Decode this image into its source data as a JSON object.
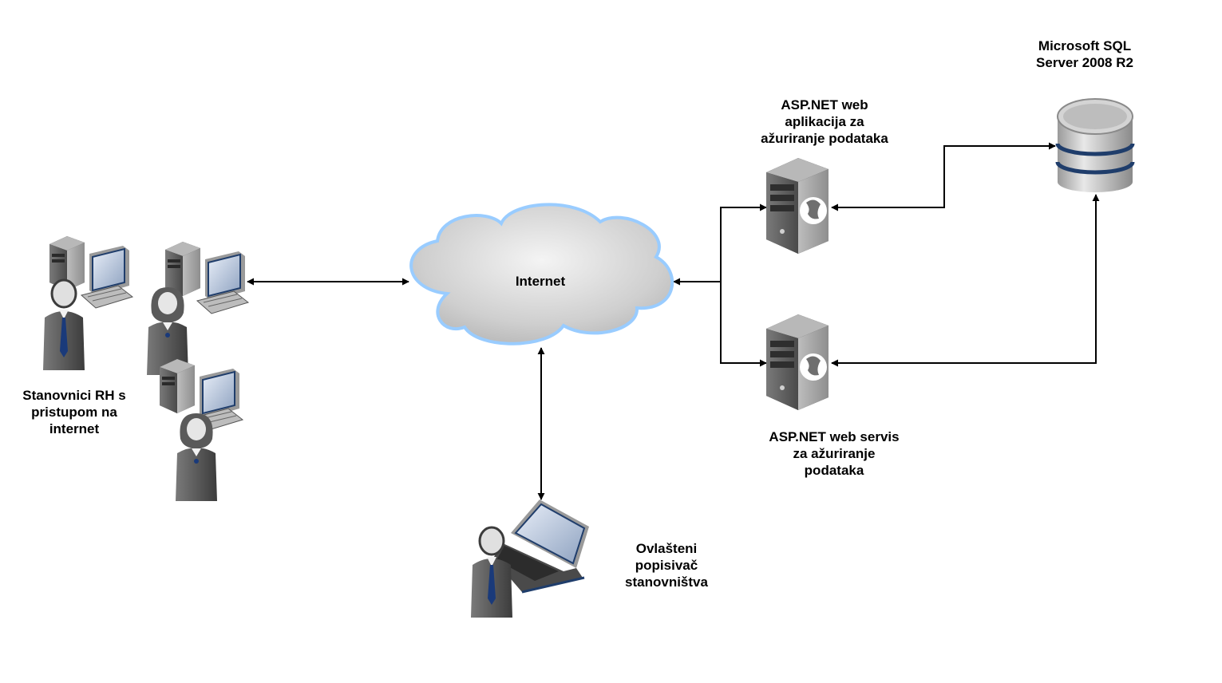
{
  "cloud": {
    "label": "Internet"
  },
  "users": {
    "label_lines": [
      "Stanovnici RH s",
      "pristupom na",
      "internet"
    ]
  },
  "web_app": {
    "label_lines": [
      "ASP.NET web",
      "aplikacija za",
      "ažuriranje podataka"
    ]
  },
  "web_service": {
    "label_lines": [
      "ASP.NET web servis",
      "za ažuriranje",
      "podataka"
    ]
  },
  "database": {
    "label_lines": [
      "Microsoft SQL",
      "Server 2008 R2"
    ]
  },
  "enumerator": {
    "label_lines": [
      "Ovlašteni",
      "popisivač",
      "stanovništva"
    ]
  },
  "colors": {
    "line": "#000000",
    "cloud_stroke": "#99ccff",
    "db_band": "#1f3d6b",
    "tie": "#1a3a7a",
    "server_body": "#5a5a5a"
  }
}
